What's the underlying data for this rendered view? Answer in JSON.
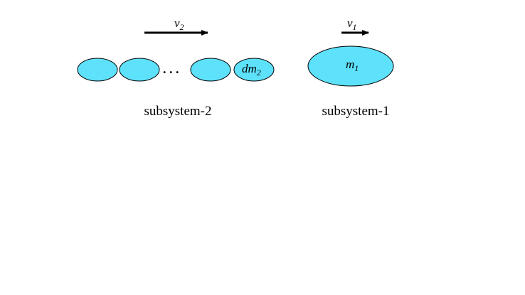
{
  "diagram": {
    "colors": {
      "fill": "#5ee1fb",
      "stroke": "#000000",
      "text": "#000000"
    },
    "subsystem2": {
      "velocity": {
        "symbol": "v",
        "subscript": "2"
      },
      "mass": {
        "symbol": "dm",
        "subscript": "2"
      },
      "ellipsis": ". . .",
      "caption": "subsystem-2"
    },
    "subsystem1": {
      "velocity": {
        "symbol": "v",
        "subscript": "1"
      },
      "mass": {
        "symbol": "m",
        "subscript": "1"
      },
      "caption": "subsystem-1"
    }
  }
}
